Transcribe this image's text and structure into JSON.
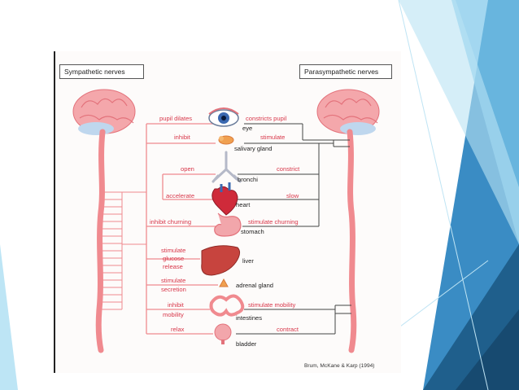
{
  "headers": {
    "sympathetic": "Sympathetic nerves",
    "parasympathetic": "Parasympathetic nerves"
  },
  "rows": [
    {
      "organ": "eye",
      "sym": "pupil dilates",
      "para": "constricts pupil"
    },
    {
      "organ": "salivary gland",
      "sym": "inhibit",
      "para": "stimulate"
    },
    {
      "organ": "bronchi",
      "sym": "open",
      "para": "constrict"
    },
    {
      "organ": "heart",
      "sym": "accelerate",
      "para": "slow"
    },
    {
      "organ": "stomach",
      "sym": "inhibit churning",
      "para": "stimulate churning"
    },
    {
      "organ": "liver",
      "sym_lines": [
        "stimulate",
        "glucose",
        "release"
      ],
      "para": ""
    },
    {
      "organ": "adrenal gland",
      "sym_lines": [
        "stimulate",
        "secretion"
      ],
      "para": ""
    },
    {
      "organ": "intestines",
      "sym_lines": [
        "inhibit",
        "mobility"
      ],
      "para": "stimulate mobility"
    },
    {
      "organ": "bladder",
      "sym": "relax",
      "para": "contract"
    }
  ],
  "citation": "Brum, McKane & Karp (1994)",
  "colors": {
    "nerve": "#f08a8f",
    "label": "#d8374a",
    "deco_light": "#a9dcef",
    "deco_dark": "#1f5f8c"
  }
}
